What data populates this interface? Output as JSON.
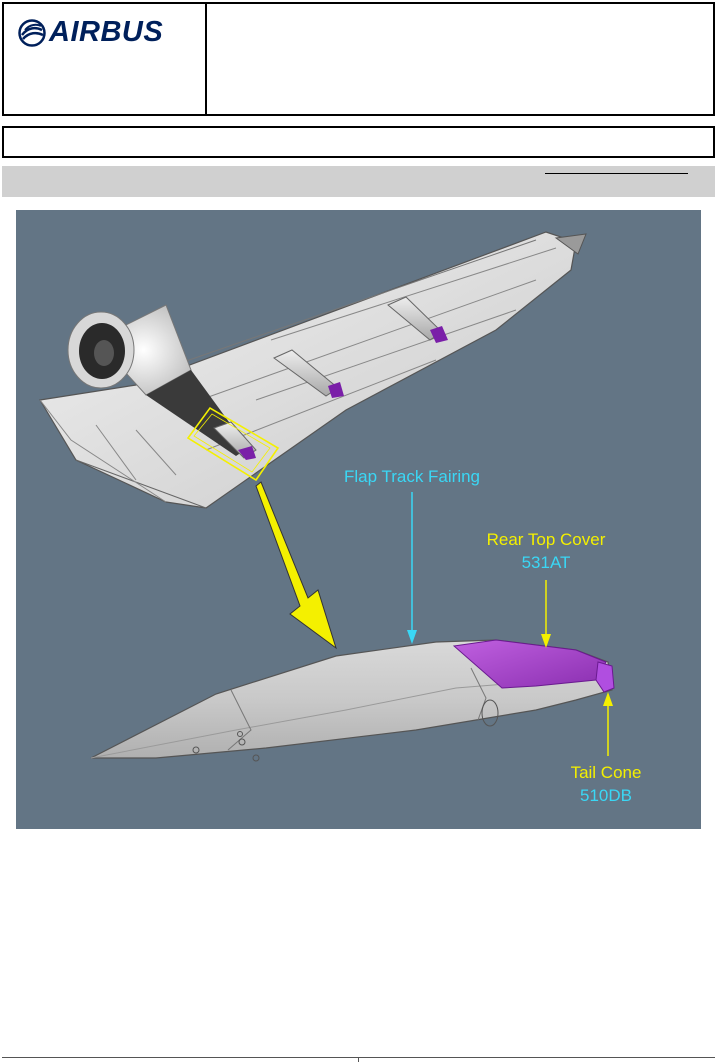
{
  "header": {
    "brand": "AIRBUS"
  },
  "figure": {
    "labels": {
      "flap_track_fairing": "Flap Track Fairing",
      "rear_top_cover": "Rear Top Cover",
      "rear_top_cover_code": "531AT",
      "tail_cone": "Tail Cone",
      "tail_cone_code": "510DB"
    },
    "colors": {
      "background": "#637585",
      "label_white_blue": "#3ad7f5",
      "label_yellow": "#f4f000",
      "highlight_purple": "#a53cc8",
      "brand_blue": "#00205b"
    }
  }
}
